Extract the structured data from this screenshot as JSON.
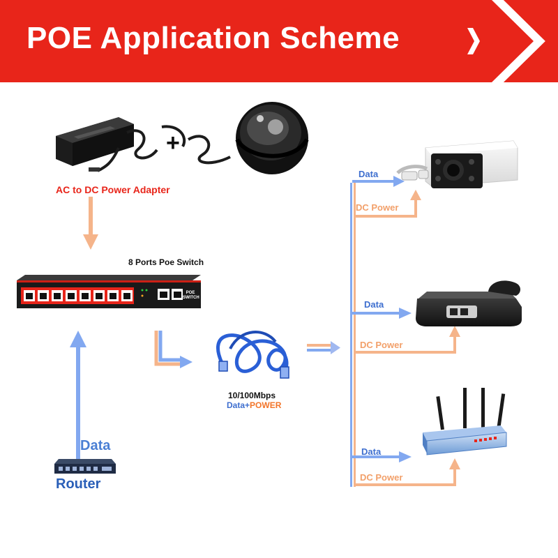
{
  "header": {
    "title": "POE Application Scheme"
  },
  "labels": {
    "adapter": "AC to DC Power Adapter",
    "plus": "+",
    "switch": "8 Ports Poe Switch",
    "switch_badge_line1": "POE",
    "switch_badge_line2": "SWITCH",
    "cable_speed": "10/100Mbps",
    "cable_data": "Data+",
    "cable_power": "POWER",
    "data": "Data",
    "router": "Router",
    "dc_power": "DC Power"
  },
  "colors": {
    "banner_red": "#e8251a",
    "data_blue": "#82a8f0",
    "data_text_blue": "#3e6fcf",
    "power_orange": "#f5b48a",
    "power_text_orange": "#f2a06a",
    "cable_blue": "#2a5fd6",
    "label_red": "#e8251a"
  }
}
